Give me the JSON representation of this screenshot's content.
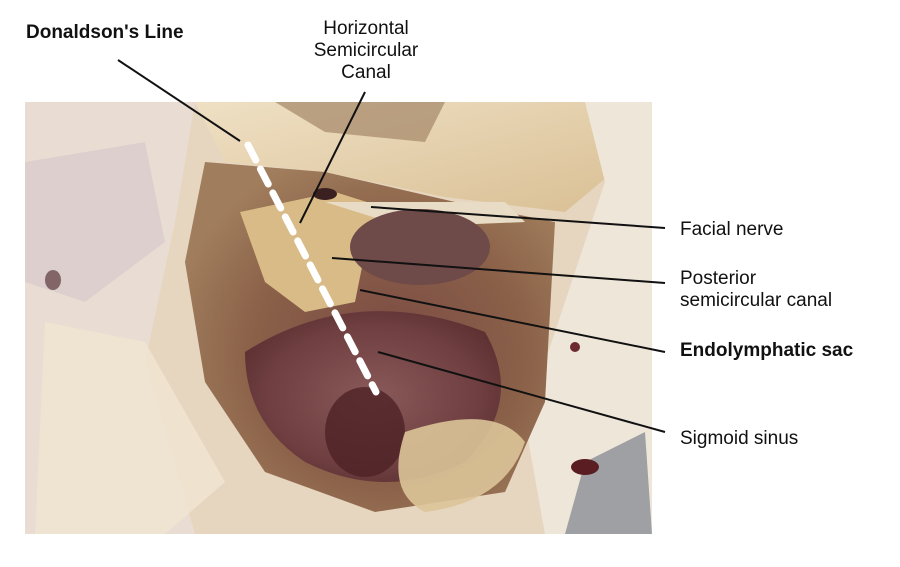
{
  "figure": {
    "type": "annotated anatomical photograph",
    "subject": "mastoid dissection"
  },
  "labels": {
    "donaldsons_line": "Donaldson's Line",
    "horizontal_canal": [
      "Horizontal",
      "Semicircular",
      "Canal"
    ],
    "facial_nerve": "Facial nerve",
    "posterior_canal": [
      "Posterior",
      "semicircular canal"
    ],
    "endolymphatic_sac": "Endolymphatic sac",
    "sigmoid_sinus": "Sigmoid sinus"
  },
  "colors": {
    "leader_line": "#111111",
    "dashed_line": "#ffffff",
    "background": "#ffffff"
  }
}
